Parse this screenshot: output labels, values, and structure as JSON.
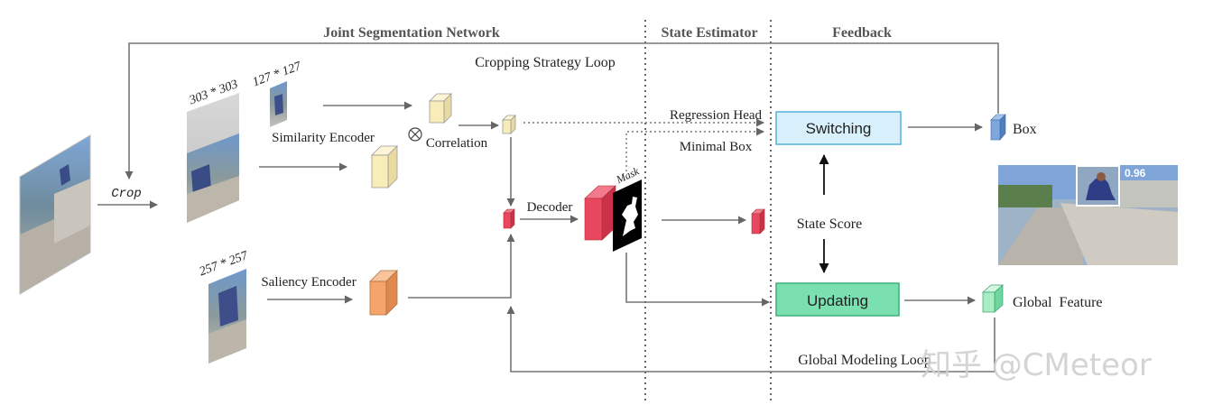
{
  "sections": {
    "joint": "Joint Segmentation Network",
    "state": "State Estimator",
    "feedback": "Feedback"
  },
  "labels": {
    "cropping_loop": "Cropping Strategy Loop",
    "crop": "Crop",
    "dim_303": "303 * 303",
    "dim_127": "127 * 127",
    "dim_257": "257 * 257",
    "similarity_encoder": "Similarity Encoder",
    "correlation": "Correlation",
    "saliency_encoder": "Saliency Encoder",
    "decoder": "Decoder",
    "mask": "Mask",
    "regression_head": "Regression Head",
    "minimal_box": "Minimal Box",
    "switching": "Switching",
    "state_score": "State Score",
    "updating": "Updating",
    "box": "Box",
    "global_feature": "Global  Feature",
    "global_loop": "Global Modeling Loop",
    "score_value": "0.96"
  },
  "watermark": "知乎 @CMeteor",
  "colors": {
    "encoder_yellow": "#f8edb8",
    "decoder_red": "#e8475f",
    "saliency_orange": "#f5a46a",
    "switching_fill": "#d7f0fb",
    "switching_border": "#5fb6dc",
    "updating_fill": "#7be0b0",
    "updating_border": "#44b37f",
    "box_blue": "#7fa7dc",
    "global_green": "#a8ecc4"
  },
  "icons": [
    "correlation-otimes-icon",
    "mask-silhouette-icon"
  ]
}
